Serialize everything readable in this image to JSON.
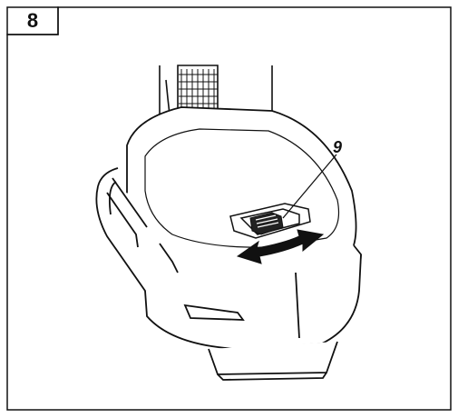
{
  "figure": {
    "number": "8",
    "callouts": [
      {
        "label": "9",
        "target": "battery-release-button"
      }
    ],
    "colors": {
      "ink": "#111111",
      "paper": "#ffffff"
    }
  }
}
